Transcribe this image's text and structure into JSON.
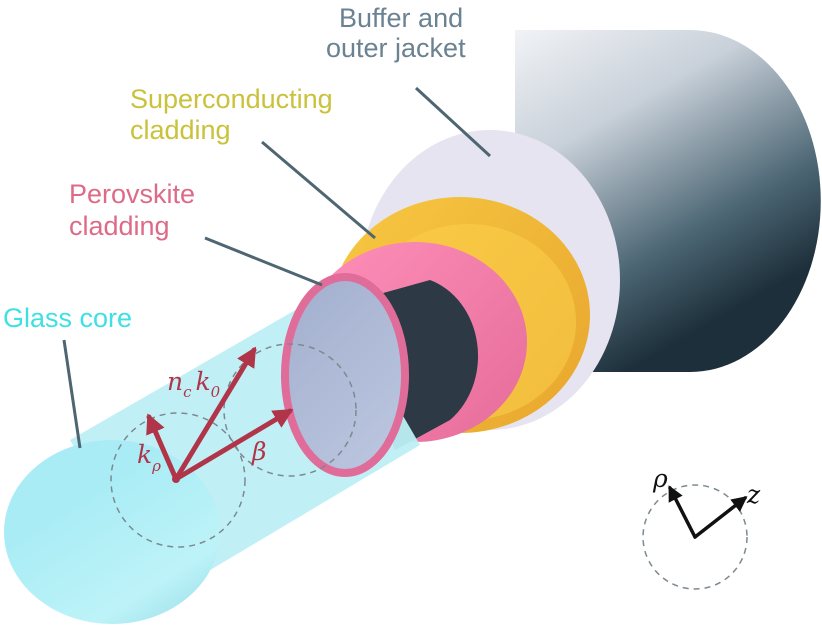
{
  "labels": {
    "buffer_line1": "Buffer and",
    "buffer_line2": "outer jacket",
    "supercond_line1": "Superconducting",
    "supercond_line2": "cladding",
    "perov_line1": "Perovskite",
    "perov_line2": "cladding",
    "glass": "Glass core"
  },
  "vectors": {
    "n": "n",
    "n_sub": "c",
    "k": "k",
    "k_sub": "0",
    "k_rho": "k",
    "k_rho_sub": "ρ",
    "beta": "β"
  },
  "axes": {
    "rho": "ρ",
    "z": "z"
  },
  "colors": {
    "buffer_text": "#6a8291",
    "supercond_text": "#c9c23a",
    "perov_text": "#dd6b87",
    "glass_text": "#3ee0e4",
    "vector": "#b03549"
  }
}
